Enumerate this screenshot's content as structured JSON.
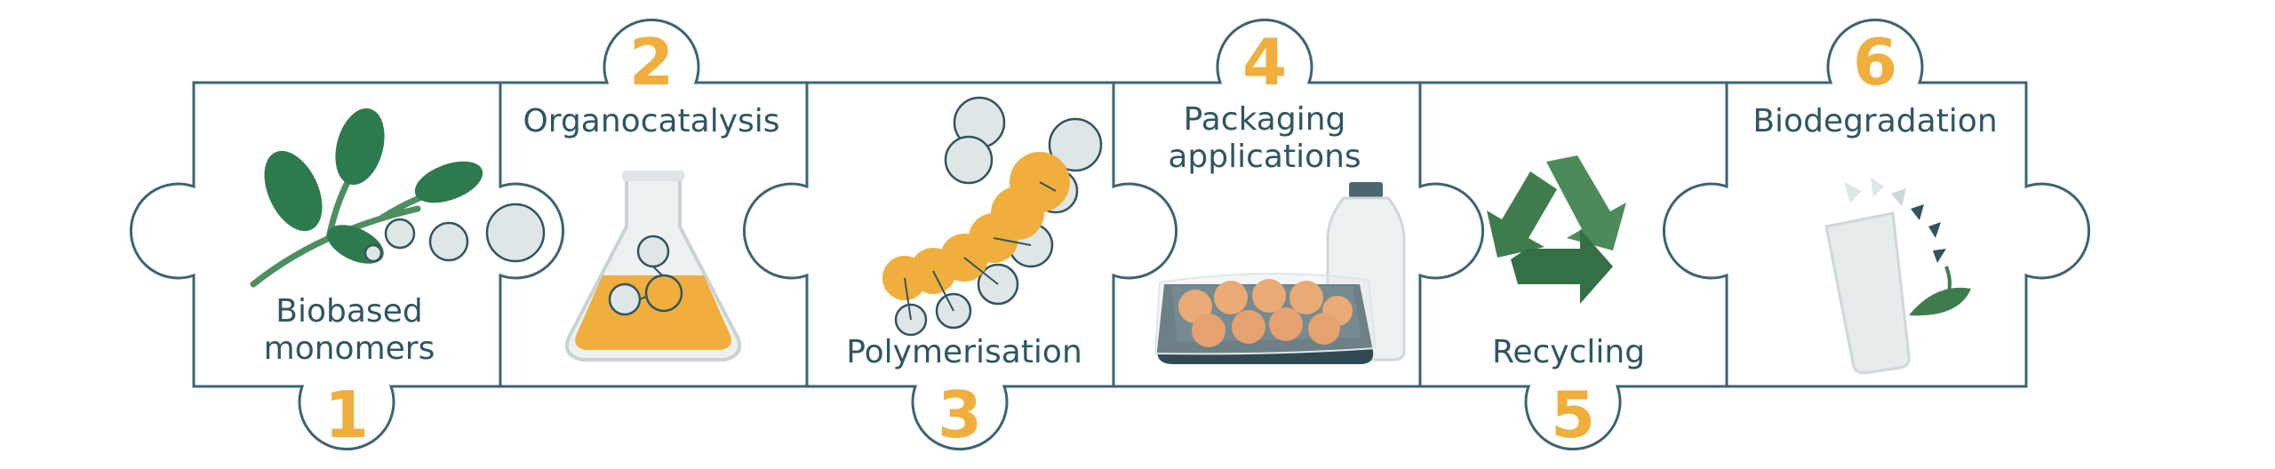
{
  "steps": [
    {
      "number": "1",
      "label_lines": [
        "Biobased",
        "monomers"
      ],
      "icon": "leaf-branch-icon"
    },
    {
      "number": "2",
      "label_lines": [
        "Organocatalysis"
      ],
      "icon": "flask-icon"
    },
    {
      "number": "3",
      "label_lines": [
        "Polymerisation"
      ],
      "icon": "polymer-chain-icon"
    },
    {
      "number": "4",
      "label_lines": [
        "Packaging",
        "applications"
      ],
      "icon": "packaging-icon"
    },
    {
      "number": "5",
      "label_lines": [
        "Recycling"
      ],
      "icon": "recycle-icon"
    },
    {
      "number": "6",
      "label_lines": [
        "Biodegradation"
      ],
      "icon": "degrading-bottle-icon"
    }
  ],
  "colors": {
    "outline": "#3d6470",
    "text": "#2f5661",
    "number": "#f0ae3c",
    "leaf": "#2d7a4e",
    "orange": "#f0ae3c",
    "bubble": "#dfe6e8"
  }
}
